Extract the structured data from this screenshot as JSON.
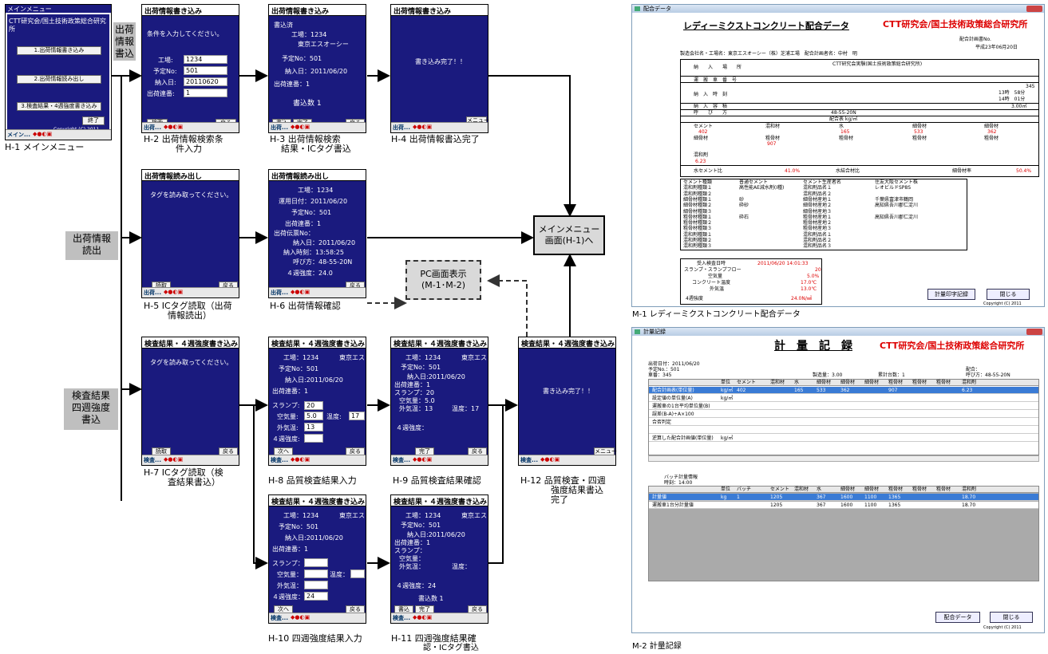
{
  "screens": {
    "h1": {
      "title": "メインメニュー",
      "org": "CTT研究会/国土技術政策総合研究所",
      "btn1": "1.出荷情報書き込み",
      "btn2": "2.出荷情報読み出し",
      "btn3": "3.検査結果・4週強度書き込み",
      "end": "終了",
      "copy": "Copyright (C) 2011",
      "task": "メイン..."
    },
    "h2": {
      "title": "出荷情報書き込み",
      "msg": "条件を入力してください。",
      "l_factory": "工場:",
      "v_factory": "1234",
      "l_plan": "予定No:",
      "v_plan": "501",
      "l_date": "納入日:",
      "v_date": "20110620",
      "l_seq": "出荷連番:",
      "v_seq": "1",
      "search": "検索",
      "back": "戻る",
      "task": "出荷..."
    },
    "h3": {
      "title": "出荷情報書き込み",
      "l1": "書込済",
      "l2": "工場：1234",
      "l3": "東京エスオーシー",
      "l4": "予定No：501",
      "l5": "納入日：2011/06/20",
      "l6": "出荷連番：1",
      "l7": "書込数 1",
      "write": "書込",
      "done": "完了",
      "back": "戻る",
      "task": "出荷..."
    },
    "h4": {
      "title": "出荷情報書き込み",
      "msg": "書き込み完了！！",
      "menu": "メニュー",
      "task": "出荷..."
    },
    "h5": {
      "title": "出荷情報読み出し",
      "msg": "タグを読み取ってください。",
      "read": "読取",
      "back": "戻る",
      "task": "出荷..."
    },
    "h6": {
      "title": "出荷情報読み出し",
      "l1": "工場：1234",
      "l2": "運用日付：2011/06/20",
      "l3": "予定No：501",
      "l4": "出荷連番：1",
      "l5": "出荷伝票No：",
      "l6": "納入日：2011/06/20",
      "l7": "納入時刻：13:58:25",
      "l8": "呼び方：48-55-20N",
      "l9": "４週強度：24.0",
      "back": "戻る",
      "task": "出荷..."
    },
    "h7": {
      "title": "検査結果・４週強度書き込み",
      "msg": "タグを読み取ってください。",
      "read": "読取",
      "back": "戻る",
      "task": "検査..."
    },
    "h8": {
      "title": "検査結果・４週強度書き込み",
      "l1": "工場：1234",
      "l1b": "東京エス",
      "l2": "予定No：501",
      "l3": "納入日:2011/06/20",
      "l4": "出荷連番：1",
      "l_sl": "スランプ:",
      "v_sl": "20",
      "l_air": "空気量:",
      "v_air": "5.0",
      "l_tmp": "温度:",
      "v_tmp": "17",
      "l_out": "外気温:",
      "v_out": "13",
      "l_str": "４週強度:",
      "next": "次へ",
      "back": "戻る",
      "task": "検査..."
    },
    "h9": {
      "title": "検査結果・４週強度書き込み",
      "l1": "工場：1234",
      "l1b": "東京エス",
      "l2": "予定No：501",
      "l3": "納入日:2011/06/20",
      "l4": "出荷連番：1",
      "l5": "スランプ：20",
      "l6": "空気量：5.0",
      "l7": "外気温：13",
      "l7b": "温度：17",
      "l8": "４週強度：",
      "done": "完了",
      "back": "戻る",
      "task": "検査..."
    },
    "h10": {
      "title": "検査結果・４週強度書き込み",
      "l1": "工場：1234",
      "l1b": "東京エス",
      "l2": "予定No：501",
      "l3": "納入日:2011/06/20",
      "l4": "出荷連番：1",
      "l_sl": "スランプ：",
      "l_air": "空気量：",
      "l_tmp": "温度：",
      "l_out": "外気温：",
      "l_str": "４週強度：",
      "v_str": "24",
      "next": "次へ",
      "back": "戻る",
      "task": "検査..."
    },
    "h11": {
      "title": "検査結果・４週強度書き込み",
      "l1": "工場：1234",
      "l1b": "東京エス",
      "l2": "予定No：501",
      "l3": "納入日:2011/06/20",
      "l4": "出荷連番：1",
      "l5": "スランプ：",
      "l6": "空気量：",
      "l7": "外気温：",
      "l7b": "温度：",
      "l8": "４週強度：24",
      "l9": "書込数 1",
      "write": "書込",
      "done": "完了",
      "back": "戻る",
      "task": "検査..."
    },
    "h12": {
      "title": "検査結果・４週強度書き込み",
      "msg": "書き込み完了！！",
      "menu": "メニュー",
      "task": "検査..."
    }
  },
  "captions": {
    "h1": "H-1 メインメニュー",
    "h2a": "H-2 出荷情報検索条",
    "h2b": "件入力",
    "h3a": "H-3 出荷情報検索",
    "h3b": "結果・ICタグ書込",
    "h4": "H-4 出荷情報書込完了",
    "h5a": "H-5 ICタグ読取（出荷",
    "h5b": "情報読出）",
    "h6": "H-6 出荷情報確認",
    "h7a": "H-7 ICタグ読取（検",
    "h7b": "査結果書込）",
    "h8": "H-8 品質検査結果入力",
    "h9": "H-9 品質検査結果確認",
    "h10": "H-10 四週強度結果入力",
    "h11a": "H-11 四週強度結果確",
    "h11b": "認・ICタグ書込",
    "h12a": "H-12 品質検査・四週",
    "h12b": "強度結果書込",
    "h12c": "完了",
    "m1": "M-1 レディーミクストコンクリート配合データ",
    "m2": "M-2 計量記録"
  },
  "sides": {
    "s1a": "出荷",
    "s1b": "情報",
    "s1c": "書込",
    "s2a": "出荷情報",
    "s2b": "読出",
    "s3a": "検査結果",
    "s3b": "四週強度",
    "s3c": "書込"
  },
  "boxes": {
    "menu_a": "メインメニュー",
    "menu_b": "画面(H-1)へ",
    "pc_a": "PC画面表示",
    "pc_b": "(M-1･M-2)"
  },
  "m1": {
    "wintitle": "配合データ",
    "title": "レディーミクストコンクリート配合データ",
    "org": "CTT研究会/国土技術政策総合研究所",
    "no": "配合計画書No.",
    "date": "平成23年06月20日",
    "maker": "製造会社名・工場名：東京エスオーシー（株）芝浦工場　配合計画者名：中村　明",
    "r1": "納　　入　　場　　所",
    "r1v": "CTT研究会実験(国土技術政策総合研究所)",
    "r2": "運　搬　車　番　号",
    "r2v": "345",
    "r3": "納　入　時　刻",
    "r3a": "13時　58分",
    "r3b": "14時　01分",
    "r4": "納　入　容　積",
    "r4v": "3.00㎥",
    "r5": "呼　　び　　方",
    "r5v": "48-55-20N",
    "mix": "配合表 kg/㎥",
    "c1": "セメント",
    "c2": "混和材",
    "c3": "水",
    "c4": "細骨材",
    "c5": "細骨材",
    "v1": "402",
    "v3": "165",
    "v4": "533",
    "v5": "362",
    "c6": "細骨材",
    "c7": "粗骨材",
    "c8": "粗骨材",
    "c9": "粗骨材",
    "c10": "粗骨材",
    "v7": "907",
    "c11": "混和剤",
    "v11": "6.23",
    "wc": "水セメント比",
    "wcv": "41.0%",
    "wb": "水結合材比",
    "sa": "細骨材率",
    "sav": "50.4%",
    "accept": "受入検査日時",
    "acceptv": "2011/06/20 14:01:33",
    "slump": "スランプ・スランプフロー",
    "slumpv": "20",
    "air": "空気量",
    "airv": "5.0%",
    "ctemp": "コンクリート温度",
    "ctempv": "17.0℃",
    "otemp": "外気温",
    "otempv": "13.0℃",
    "str": "4週強度",
    "strv": "24.0N/㎟",
    "print": "計量印字記録",
    "close": "閉じる",
    "copy": "Copyright (C) 2011",
    "mat": [
      [
        "セメント種類",
        "普通セメント",
        "セメント生産者名",
        "住友大阪セメント株"
      ],
      [
        "混和剤種類１",
        "高性能AE減水剤(Ⅰ種)",
        "混和剤品名１",
        "レオビルドSP8S"
      ],
      [
        "混和剤種類２",
        "",
        "混和剤品名２",
        ""
      ],
      [
        "細骨材種類１",
        "砂",
        "細骨材産地１",
        "千葉県富津市鶴岡"
      ],
      [
        "細骨材種類２",
        "砕砂",
        "細骨材産地２",
        "高知県吾川郡仁淀川"
      ],
      [
        "細骨材種類３",
        "",
        "細骨材産地３",
        ""
      ],
      [
        "粗骨材種類１",
        "砕石",
        "粗骨材産地１",
        "高知県吾川郡仁淀川"
      ],
      [
        "粗骨材種類２",
        "",
        "粗骨材産地２",
        ""
      ],
      [
        "粗骨材種類３",
        "",
        "粗骨材産地３",
        ""
      ],
      [
        "混和剤種類１",
        "",
        "混和剤品名１",
        ""
      ],
      [
        "混和剤種類２",
        "",
        "混和剤品名２",
        ""
      ],
      [
        "混和剤種類３",
        "",
        "混和剤品名３",
        ""
      ]
    ]
  },
  "m2": {
    "wintitle": "計量記録",
    "title": "計　量　記　録",
    "org": "CTT研究会/国土技術政策総合研究所",
    "i1": "出荷日付：2011/06/20",
    "i2": "予定No.：501",
    "i3": "車番：345",
    "i4": "製造量：3.00",
    "i5": "累計台数：1",
    "i6": "配合：",
    "i7": "呼び方：48-55-20N",
    "h": [
      "",
      "単位",
      "セメント",
      "混和材",
      "水",
      "細骨材",
      "細骨材",
      "細骨材",
      "粗骨材",
      "粗骨材",
      "粗骨材",
      "混和剤"
    ],
    "rows": [
      [
        "配合計画表(単位量)",
        "kg/㎥",
        "402",
        "",
        "165",
        "533",
        "362",
        "",
        "907",
        "",
        "",
        "6.23"
      ],
      [
        "設定値の単位量(A)",
        "kg/㎥",
        "",
        "",
        "",
        "",
        "",
        "",
        "",
        "",
        "",
        ""
      ],
      [
        "運搬車の1台平均単位量(B)",
        "",
        "",
        "",
        "",
        "",
        "",
        "",
        "",
        "",
        "",
        ""
      ],
      [
        "誤差(B-A)÷A×100",
        "",
        "",
        "",
        "",
        "",
        "",
        "",
        "",
        "",
        "",
        ""
      ],
      [
        "合否判定",
        "",
        "",
        "",
        "",
        "",
        "",
        "",
        "",
        "",
        "",
        ""
      ],
      [
        "",
        "",
        "",
        "",
        "",
        "",
        "",
        "",
        "",
        "",
        "",
        ""
      ],
      [
        "逆算した配合計画値(単位量)",
        "kg/㎥",
        "",
        "",
        "",
        "",
        "",
        "",
        "",
        "",
        "",
        ""
      ]
    ],
    "batch": "バッチ計量情報",
    "time": "時刻：14:00",
    "h2": [
      "",
      "単位",
      "バッチ",
      "セメント",
      "混和材",
      "水",
      "細骨材",
      "細骨材",
      "粗骨材",
      "粗骨材",
      "粗骨材",
      "混和剤"
    ],
    "rows2": [
      [
        "計量値",
        "kg",
        "1",
        "1205",
        "",
        "367",
        "1600",
        "1100",
        "1365",
        "",
        "",
        "18.70"
      ],
      [
        "運搬車1台分計量値",
        "",
        "",
        "1205",
        "",
        "367",
        "1600",
        "1100",
        "1365",
        "",
        "",
        "18.70"
      ]
    ],
    "mixbtn": "配合データ",
    "close": "閉じる",
    "copy": "Copyright (C) 2011"
  }
}
